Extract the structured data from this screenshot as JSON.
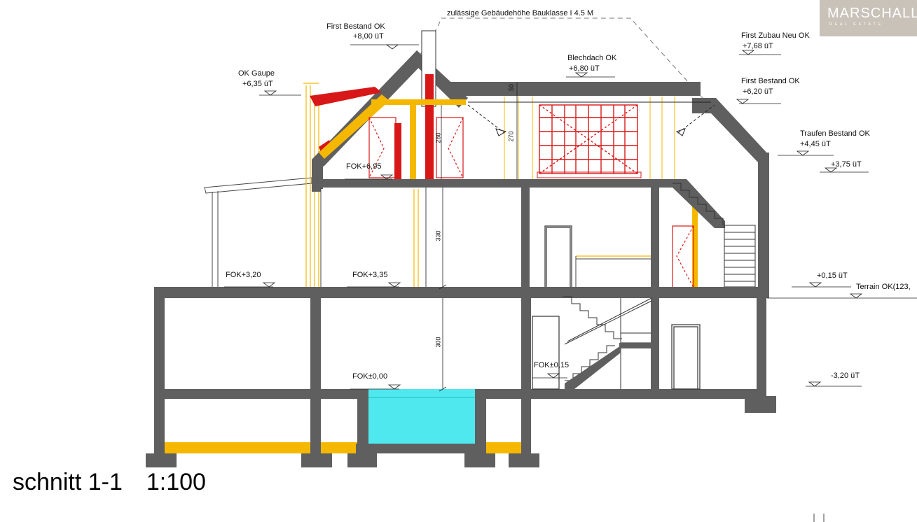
{
  "drawing_title": "schnitt 1-1",
  "drawing_scale": "1:100",
  "logo": {
    "name": "MARSCHALL",
    "tagline": "REAL ESTATE",
    "color": "#c9c2b9"
  },
  "height_limit_label": "zulässige Gebäudehöhe Bauklasse I 4.5 M",
  "levels": {
    "first_bestand": {
      "name": "First Bestand  OK",
      "value": "+8,00 üT"
    },
    "ok_gaupe": {
      "name": "OK Gaupe",
      "value": "+6,35 üT"
    },
    "blechdach": {
      "name": "Blechdach  OK",
      "value": "+6,80 üT"
    },
    "first_zubau_neu": {
      "name": "First Zubau Neu  OK",
      "value": "+7,68 üT"
    },
    "first_bestand_2": {
      "name": "First Bestand  OK",
      "value": "+6,20 üT"
    },
    "traufen_bestand": {
      "name": "Traufen Bestand   OK",
      "value": "+4,45 üT"
    },
    "level_375": {
      "value": "+3,75 üT"
    },
    "level_015": {
      "value": "+0,15 üT"
    },
    "terrain": {
      "name": "Terrain OK(123,"
    },
    "level_minus_320": {
      "value": "-3,20 üT"
    }
  },
  "floor_levels": {
    "fok_695": "FOK+6,95",
    "fok_320": "FOK+3,20",
    "fok_335": "FOK+3,35",
    "fok_000": "FOK±0,00",
    "fok_015": "FOK±0,15"
  },
  "dimensions": {
    "d50": "50",
    "d270": "270",
    "d280": "280",
    "d330": "330",
    "d300": "300"
  },
  "colors": {
    "wall": "#5f5f5f",
    "new_construction": "#f5b800",
    "demolition": "#d81818",
    "pool_water": "#4ee8ee",
    "line": "#222222"
  }
}
